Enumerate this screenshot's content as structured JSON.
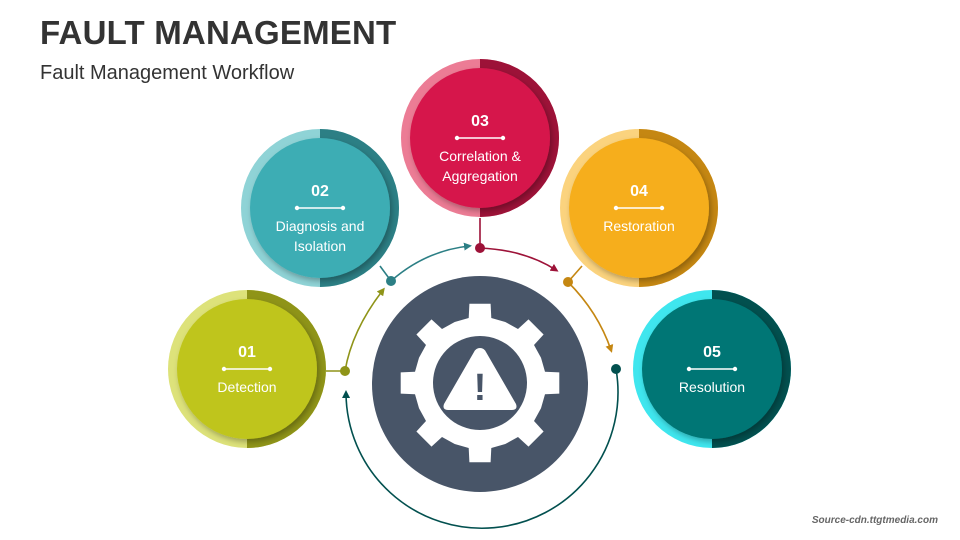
{
  "header": {
    "title": "FAULT MANAGEMENT",
    "subtitle": "Fault Management Workflow"
  },
  "center": {
    "icon": "gear-warning-icon",
    "gear_color": "#485568",
    "symbol": "!"
  },
  "steps": [
    {
      "number": "01",
      "label_lines": [
        "Detection"
      ],
      "color": "#bfc51f",
      "shade": "#8f9418",
      "ring": "#dde27a"
    },
    {
      "number": "02",
      "label_lines": [
        "Diagnosis and",
        "Isolation"
      ],
      "color": "#3eadb4",
      "shade": "#2c7f85",
      "ring": "#8fd3d6"
    },
    {
      "number": "03",
      "label_lines": [
        "Correlation &",
        "Aggregation"
      ],
      "color": "#d6194c",
      "shade": "#9d1238",
      "ring": "#ec7c95"
    },
    {
      "number": "04",
      "label_lines": [
        "Restoration"
      ],
      "color": "#f6ae1b",
      "shade": "#c58712",
      "ring": "#fbd37e"
    },
    {
      "number": "05",
      "label_lines": [
        "Resolution"
      ],
      "color": "#037675",
      "shade": "#02504f",
      "ring": "#3fe6ee"
    }
  ],
  "footer": {
    "source": "Source-cdn.ttgtmedia.com"
  }
}
